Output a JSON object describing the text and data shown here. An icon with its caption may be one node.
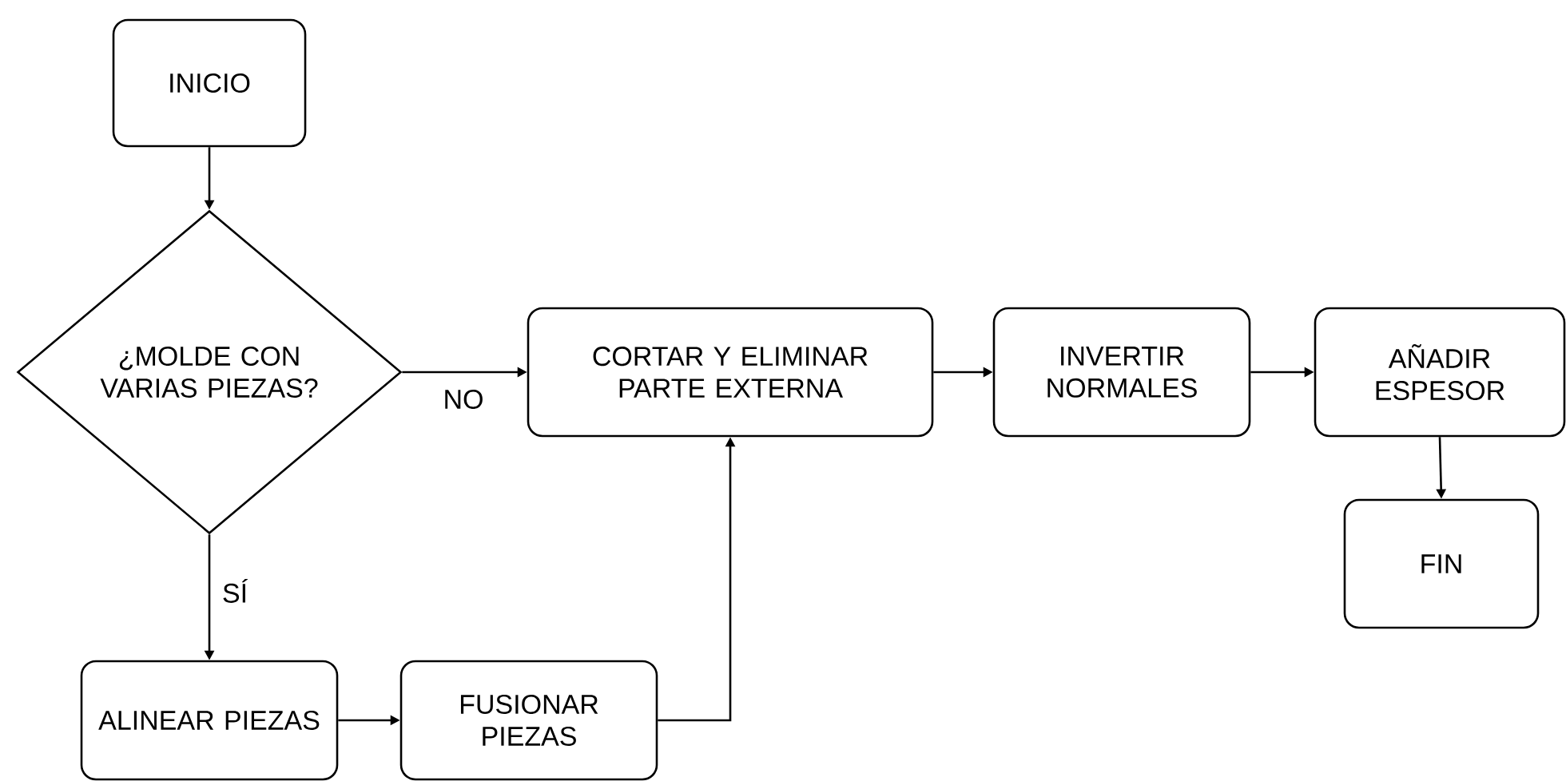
{
  "diagram": {
    "nodes": [
      {
        "text": [
          "INICIO"
        ]
      },
      {
        "text": [
          "¿MOLDE CON VARIAS PIEZAS?"
        ]
      },
      {
        "text": [
          "CORTAR Y ELIMINAR PARTE EXTERNA"
        ]
      },
      {
        "text": [
          "INVERTIR NORMALES"
        ]
      },
      {
        "text": [
          "AÑADIR ESPESOR"
        ]
      },
      {
        "text": [
          "FIN"
        ]
      },
      {
        "text": [
          "ALINEAR PIEZAS"
        ]
      },
      {
        "text": [
          "FUSIONAR PIEZAS"
        ]
      }
    ],
    "edges": [
      {
        "from": 0,
        "to": 1,
        "arrow": "to"
      },
      {
        "from": 1,
        "to": 2,
        "arrow": "to",
        "label": "NO"
      },
      {
        "from": 1,
        "to": 6,
        "arrow": "to",
        "label": "SÍ"
      },
      {
        "from": 6,
        "to": 7,
        "arrow": "to"
      },
      {
        "from": 7,
        "to": 2,
        "arrow": "to"
      },
      {
        "from": 2,
        "to": 3,
        "arrow": "to"
      },
      {
        "from": 3,
        "to": 4,
        "arrow": "to"
      },
      {
        "from": 4,
        "to": 5,
        "arrow": "to"
      }
    ]
  }
}
